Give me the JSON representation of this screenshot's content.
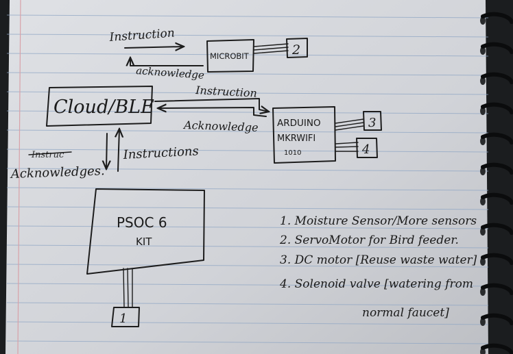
{
  "diagram": {
    "microbit": {
      "label": "MICROBIT",
      "port": "2",
      "instruction": "Instruction",
      "acknowledge": "acknowledge"
    },
    "cloud": {
      "label": "Cloud/BLE",
      "instruction": "Instruction",
      "acknowledge": "Acknowledge"
    },
    "arduino": {
      "line1": "ARDUINO",
      "line2": "MKRWIFI",
      "line3": "1010",
      "port_a": "3",
      "port_b": "4"
    },
    "vertical": {
      "down_label": "Acknowledges.",
      "up_label": "Instructions",
      "struck_text": "Instruc"
    },
    "psoc": {
      "line1": "PSOC 6",
      "line2": "KIT",
      "port": "1"
    },
    "legend": [
      "1. Moisture Sensor/More sensors",
      "2. ServoMotor for Bird feeder.",
      "3. DC motor [Reuse waste water]",
      "4. Solenoid valve [watering from",
      "normal faucet]"
    ]
  },
  "colors": {
    "paper": "#d6d8dc",
    "rule_line": "#8fa6c4",
    "margin_line": "#d8a1a8",
    "ink": "#1c1c1c",
    "binding": "#1b1d1f"
  }
}
